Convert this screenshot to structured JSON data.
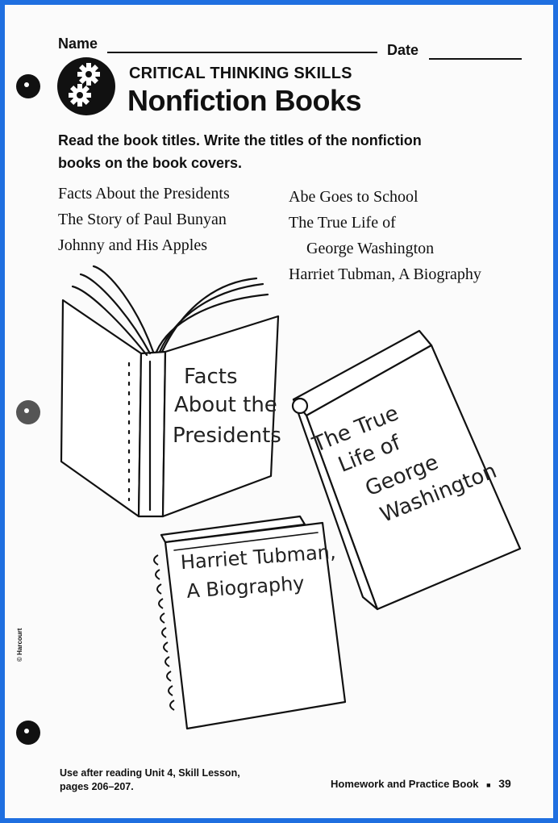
{
  "header": {
    "name_label": "Name",
    "date_label": "Date",
    "kicker": "CRITICAL THINKING SKILLS",
    "title": "Nonfiction Books",
    "badge_icon": "gears-icon"
  },
  "instructions": "Read the book titles. Write the titles of the nonfiction books on the book covers.",
  "book_titles": {
    "left": [
      "Facts About the Presidents",
      "The Story of Paul Bunyan",
      "Johnny and His Apples"
    ],
    "right": [
      "Abe Goes to School",
      "The True Life of",
      "George Washington",
      "Harriet Tubman, A Biography"
    ]
  },
  "handwritten": {
    "book1": [
      "Facts",
      "About the",
      "Presidents"
    ],
    "book2": [
      "The True",
      "Life of",
      "George",
      "Washington"
    ],
    "book3": [
      "Harriet Tubman,",
      "A Biography"
    ]
  },
  "footer": {
    "left_line1": "Use after reading Unit 4, Skill Lesson,",
    "left_line2": "pages 206–207.",
    "right": "Homework and Practice Book",
    "bullet": "■",
    "page_number": "39",
    "copyright": "© Harcourt"
  },
  "colors": {
    "border": "#1f6fe0",
    "ink": "#111111"
  }
}
